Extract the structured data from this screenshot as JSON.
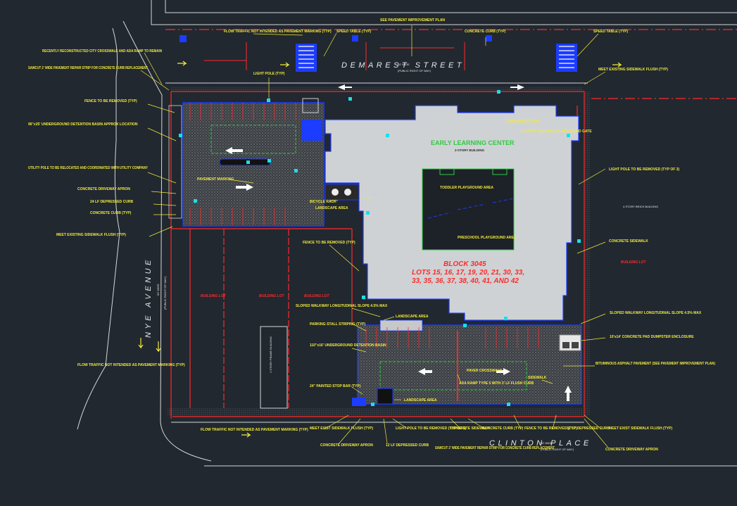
{
  "colors": {
    "background": "#212830",
    "lot_lines": "#ff2a2a",
    "annotations": "#f2ea3a",
    "structures": "#1c3cff",
    "building_fill": "#cfd2d4",
    "playground": "#1d2128",
    "text_green": "#2ecc40"
  },
  "streets": {
    "north": "DEMAREST STREET",
    "north_width": "60' WIDE",
    "north_note": "(PUBLIC RIGHT OF WAY)",
    "west": "NYE AVENUE",
    "west_width": "50' WIDE",
    "west_note": "(PUBLIC RIGHT OF WAY)",
    "south": "CLINTON PLACE",
    "south_width": "50' WIDE",
    "south_note": "(PUBLIC RIGHT OF WAY)"
  },
  "building": {
    "name": "EARLY LEARNING CENTER",
    "stories": "2-STORY BUILDING",
    "toddler": "TODDLER PLAYGROUND AREA",
    "preschool": "PRESCHOOL PLAYGROUND AREA",
    "block": "BLOCK 3045",
    "lots_line1": "LOTS 15, 16, 17, 19, 20, 21, 30, 33,",
    "lots_line2": "33, 35, 36, 37, 38, 40, 41, AND 42"
  },
  "neighbors": {
    "block_a": "BUILDING LOT",
    "block_b": "BUILDING LOT",
    "block_c": "BUILDING LOT",
    "east": "BUILDING LOT",
    "frame_building": "1 STORY FRAME BUILDING",
    "brick_building": "4 STORY BRICK BUILDING"
  },
  "callouts": {
    "flow_traffic_top": "FLOW TRAFFIC NOT INTENDED AS PAVEMENT MARKING (TYP)",
    "see_pavement": "SEE PAVEMENT IMPROVEMENT PLAN",
    "speed_table_1": "SPEED TABLE (TYP)",
    "speed_table_2": "SPEED TABLE (TYP)",
    "concrete_curb_top": "CONCRETE CURB (TYP)",
    "reconstructed": "RECENTLY RECONSTRUCTED CITY CROSSWALK AND ADA RAMP TO REMAIN",
    "sawcut_top": "SAWCUT 2' WIDE PAVEMENT REPAIR STRIP FOR CONCRETE CURB REPLACEMENT",
    "light_pole": "LIGHT POLE (TYP)",
    "meet_existing_ne": "MEET EXISTING SIDEWALK FLUSH (TYP)",
    "fence_remove_nw": "FENCE TO BE REMOVED (TYP)",
    "detention_nw": "96\"x25' UNDERGROUND DETENTION BASIN APPROX LOCATION",
    "utility_pole": "UTILITY POLE TO BE RELOCATED AND COORDINATED WITH UTILITY COMPANY",
    "driveway_apron_w": "CONCRETE DRIVEWAY APRON",
    "depressed_curb_w": "24 LF DEPRESSED CURB",
    "concrete_curb_w": "CONCRETE CURB (TYP)",
    "meet_existing_w": "MEET EXISTING SIDEWALK FLUSH (TYP)",
    "pavement_marking": "PAVEMENT MARKING",
    "bicycle_rack": "BICYCLE RACK",
    "landscape_area_1": "LANDSCAPE AREA",
    "light_pole_remove_e": "LIGHT POLE TO BE REMOVED (TYP OF 3)",
    "concrete_sidewalk_e": "CONCRETE SIDEWALK",
    "fence_remove_mid": "FENCE TO BE REMOVED (TYP)",
    "sloped_walkway_w": "SLOPED WALKWAY LONGITUDINAL SLOPE 4.5% MAX",
    "landscape_area_2": "LANDSCAPE AREA",
    "parking_stall": "PARKING STALL STRIPING (TYP)",
    "detention_s": "110\"x16' UNDERGROUND DETENTION BASIN",
    "stop_bar": "24\" PAINTED STOP BAR (TYP)",
    "landscape_area_3": "LANDSCAPE AREA",
    "sloped_walkway_e": "SLOPED WALKWAY LONGITUDINAL SLOPE 4.5% MAX",
    "dumpster": "10'x14' CONCRETE PAD DUMPSTER ENCLOSURE",
    "asphalt": "BITUMINOUS ASPHALT PAVEMENT (SEE PAVEMENT IMPROVEMENT PLAN)",
    "sidewalk_label": "SIDEWALK",
    "crosswalk": "PAVER CROSSWALK",
    "ada_ramp": "ADA RAMP TYPE 5 WITH 3' LF FLUSH CURB",
    "flow_traffic_sw": "FLOW TRAFFIC NOT INTENDED AS PAVEMENT MARKING (TYP)",
    "flow_traffic_w": "FLOW TRAFFIC NOT INTENDED AS PAVEMENT MARKING (TYP)",
    "meet_existing_s1": "MEET EXIST SIDEWALK FLUSH (TYP)",
    "driveway_apron_s": "CONCRETE DRIVEWAY APRON",
    "light_pole_remove_s": "LIGHT POLE TO BE REMOVED (TYP OF 3)",
    "depressed_curb_s": "12 LF DEPRESSED CURB",
    "concrete_sidewalk_s": "CONCRETE SIDEWALK",
    "concrete_curb_s": "CONCRETE CURB (TYP)",
    "sawcut_s": "SAWCUT 2' WIDE PAVEMENT REPAIR STRIP FOR CONCRETE CURB REPLACEMENT",
    "fence_remove_s": "FENCE TO BE REMOVED (TYP)",
    "depressed_curb_se": "12 LF DEPRESSED CURB",
    "meet_existing_se": "MEET EXIST SIDEWALK FLUSH (TYP)",
    "driveway_apron_se": "CONCRETE DRIVEWAY APRON",
    "emergency_gate": "EMERGENCY GATE",
    "playground_access": "LIGHT OF SECURED PLAYGROUND GATE"
  }
}
